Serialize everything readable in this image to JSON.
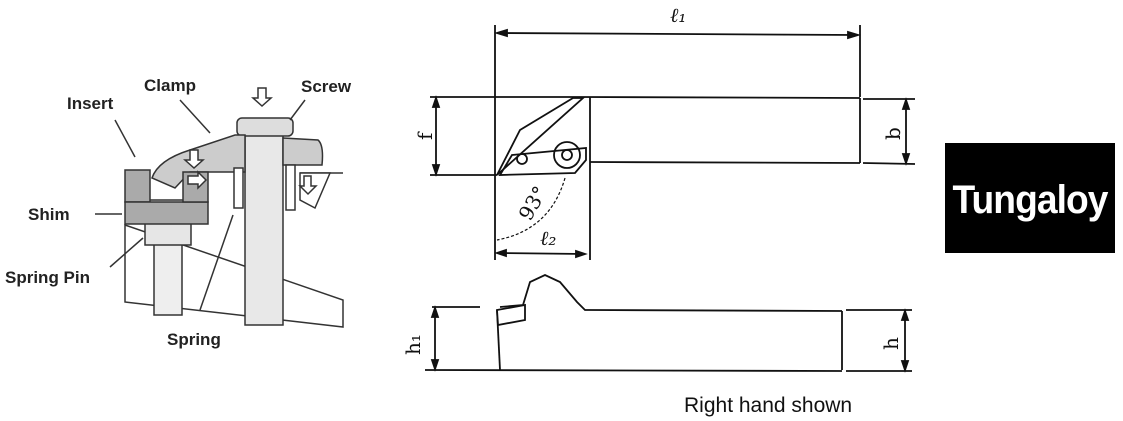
{
  "assembly_labels": {
    "insert": "Insert",
    "clamp": "Clamp",
    "screw": "Screw",
    "shim": "Shim",
    "spring_pin": "Spring Pin",
    "spring": "Spring"
  },
  "dimensions": {
    "l1": "ℓ₁",
    "l2": "ℓ₂",
    "f": "f",
    "b": "b",
    "h": "h",
    "h1": "h₁",
    "angle": "93°"
  },
  "note": "Right hand shown",
  "logo": {
    "text": "Tungaloy",
    "background": "#000000",
    "foreground": "#ffffff"
  }
}
